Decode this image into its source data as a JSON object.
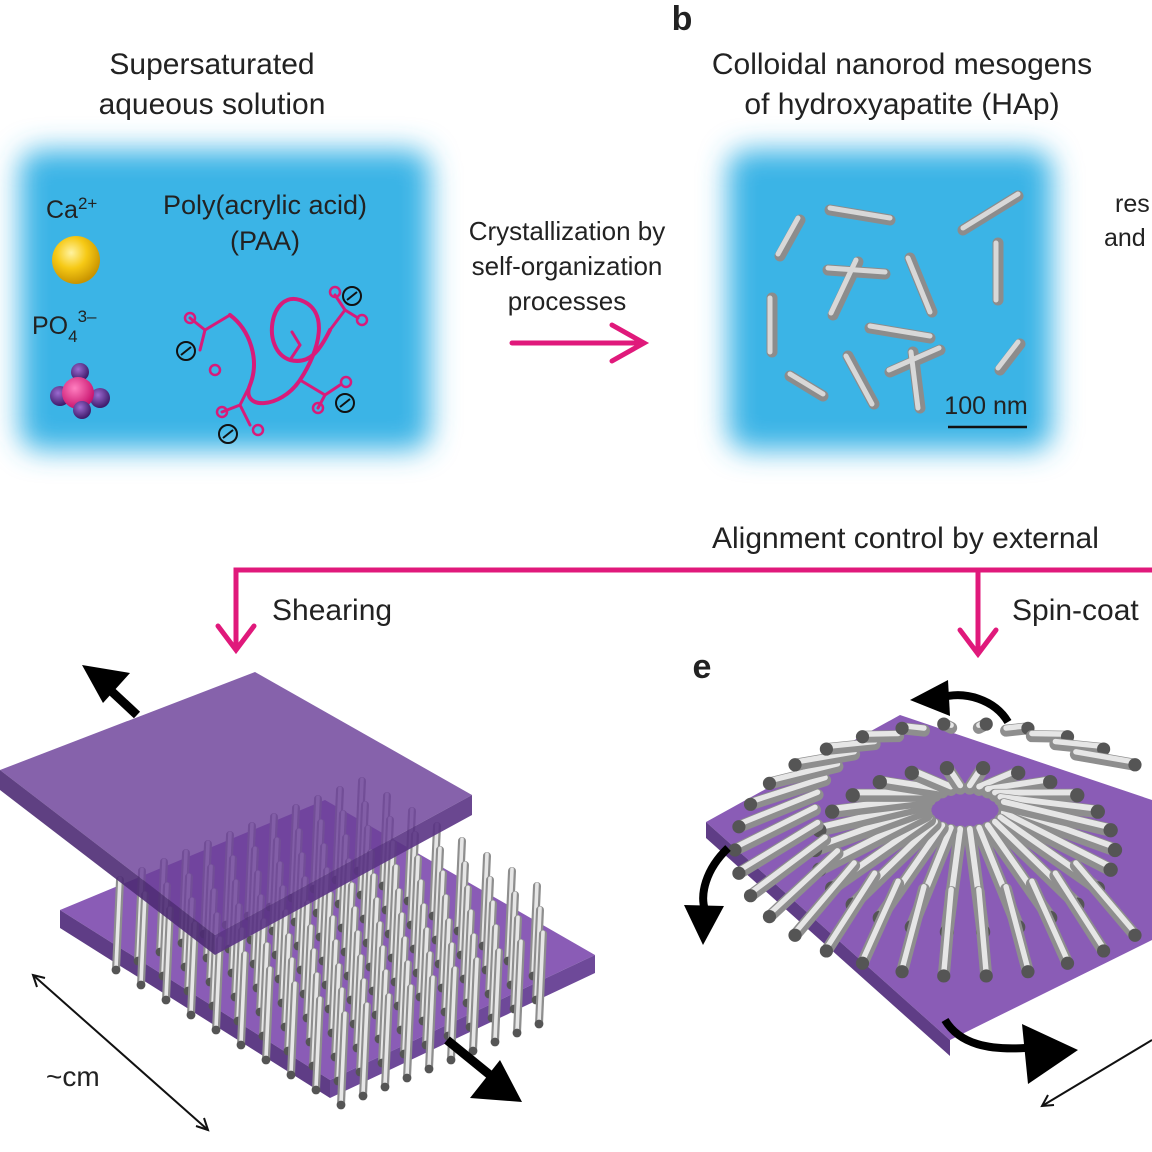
{
  "panel_b_label": "b",
  "panel_e_label": "e",
  "panel_a": {
    "title_line1": "Supersaturated",
    "title_line2": "aqueous solution",
    "ca_label": "Ca",
    "ca_charge": "2+",
    "po_label": "PO",
    "po_sub": "4",
    "po_charge": "3–",
    "paa_line1": "Poly(acrylic acid)",
    "paa_line2": "(PAA)"
  },
  "process": {
    "line1": "Crystallization by",
    "line2": "self-organization",
    "line3": "processes"
  },
  "panel_b": {
    "title_line1": "Colloidal nanorod mesogens",
    "title_line2": "of hydroxyapatite (HAp)",
    "scale_bar": "100 nm",
    "cut_text1": "res",
    "cut_text2": "and"
  },
  "alignment_text": "Alignment control by external",
  "shearing_label": "Shearing",
  "spin_label": "Spin-coat",
  "cm_label": "~cm",
  "colors": {
    "accent": "#e0197b",
    "solution_blue": "#3db6e8",
    "substrate_purple": "#7a4aa0",
    "calcium_yellow": "#f5c518",
    "rod_gray": "#c8c8c8"
  }
}
